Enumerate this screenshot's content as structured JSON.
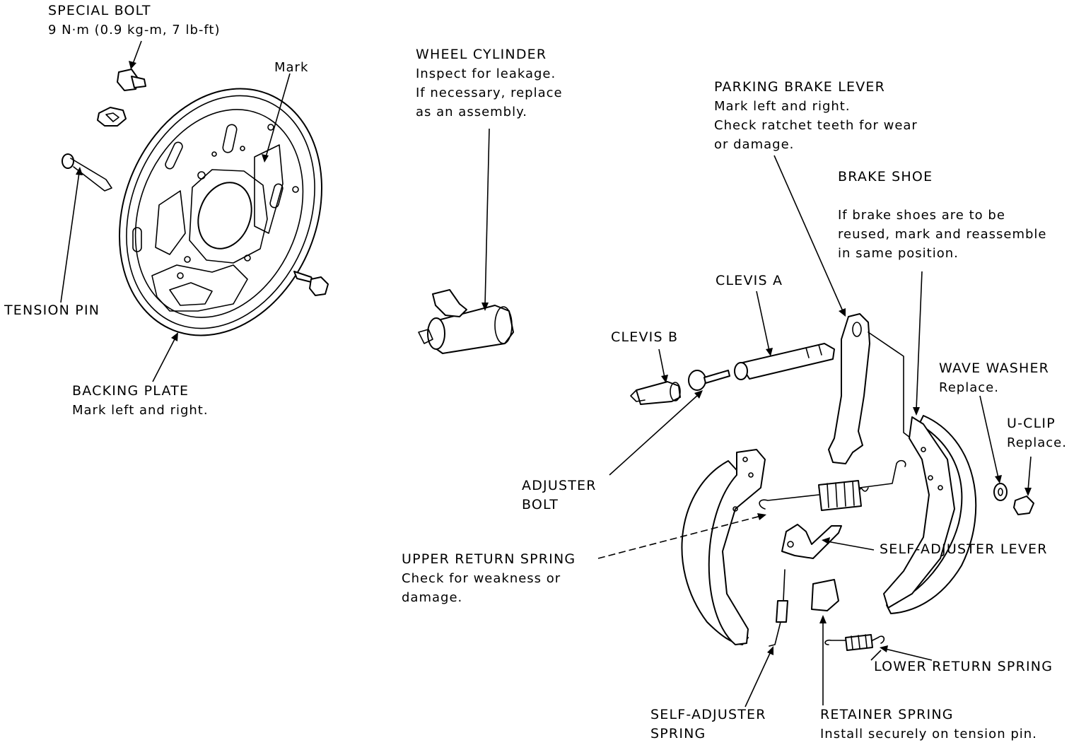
{
  "labels": {
    "special_bolt": {
      "title": "SPECIAL BOLT",
      "note": "9 N·m (0.9 kg-m, 7 lb-ft)"
    },
    "mark": {
      "title": "Mark"
    },
    "tension_pin": {
      "title": "TENSION PIN"
    },
    "backing_plate": {
      "title": "BACKING PLATE",
      "note": "Mark left and right."
    },
    "wheel_cylinder": {
      "title": "WHEEL CYLINDER",
      "notes": [
        "Inspect for leakage.",
        "If necessary, replace",
        "as an assembly."
      ]
    },
    "parking_brake_lever": {
      "title": "PARKING BRAKE LEVER",
      "notes": [
        "Mark left and right.",
        "Check ratchet teeth for wear",
        "or damage."
      ]
    },
    "brake_shoe": {
      "title": "BRAKE SHOE",
      "notes": [
        "If brake shoes are to be",
        "reused, mark and reassemble",
        "in same position."
      ]
    },
    "clevis_a": {
      "title": "CLEVIS A"
    },
    "clevis_b": {
      "title": "CLEVIS B"
    },
    "wave_washer": {
      "title": "WAVE WASHER",
      "note": "Replace."
    },
    "u_clip": {
      "title": "U-CLIP",
      "note": "Replace."
    },
    "adjuster_bolt": {
      "lines": [
        "ADJUSTER",
        "BOLT"
      ]
    },
    "upper_return_spring": {
      "title": "UPPER RETURN SPRING",
      "notes": [
        "Check for weakness or",
        "damage."
      ]
    },
    "self_adjuster_lever": {
      "title": "SELF-ADJUSTER LEVER"
    },
    "lower_return_spring": {
      "title": "LOWER RETURN SPRING"
    },
    "self_adjuster_spring": {
      "lines": [
        "SELF-ADJUSTER",
        "SPRING"
      ]
    },
    "retainer_spring": {
      "title": "RETAINER SPRING",
      "note": "Install securely on tension pin."
    }
  }
}
